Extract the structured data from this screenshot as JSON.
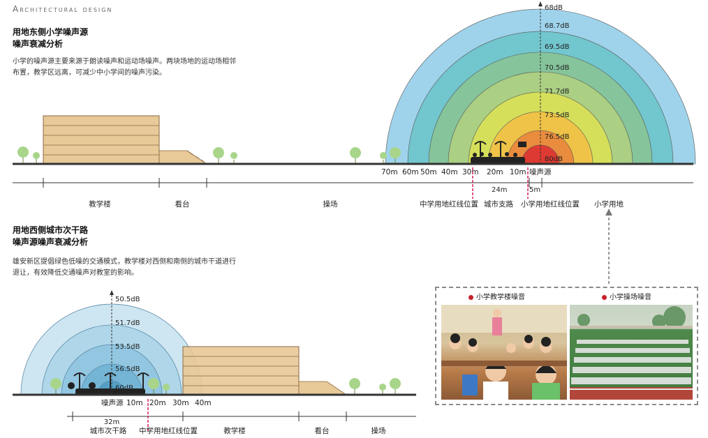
{
  "header": {
    "label": "Architectural design"
  },
  "section_east": {
    "title_line1": "用地东侧小学噪声源",
    "title_line2": "噪声衰减分析",
    "desc_line1": "小学的噪声源主要来源于朗读噪声和运动场噪声。两块场地的运动场相邻",
    "desc_line2": "布置，教学区远离，可减少中小学间的噪声污染。",
    "rings": [
      {
        "db": "68dB",
        "color": "#9fd3eb"
      },
      {
        "db": "68.7dB",
        "color": "#72c6ce"
      },
      {
        "db": "69.5dB",
        "color": "#86c49b"
      },
      {
        "db": "70.5dB",
        "color": "#abcf83"
      },
      {
        "db": "71.7dB",
        "color": "#d5df5a"
      },
      {
        "db": "73.5dB",
        "color": "#eec347"
      },
      {
        "db": "76.5dB",
        "color": "#e98c3e"
      },
      {
        "db": "80dB",
        "color": "#dc3a32"
      }
    ],
    "distance_labels": [
      "70m",
      "60m",
      "50m",
      "40m",
      "30m",
      "20m",
      "10m",
      "噪声源"
    ],
    "span_labels": [
      "24m",
      "5m"
    ],
    "zone_labels": [
      "教学楼",
      "看台",
      "操场",
      "中学用地红线位置",
      "城市支路",
      "小学用地红线位置",
      "小学用地"
    ]
  },
  "section_west": {
    "title_line1": "用地西侧城市次干路",
    "title_line2": "噪声源噪声衰减分析",
    "desc_line1": "雄安新区提倡绿色低噪的交通模式，教学楼对西侧和南侧的城市干道进行",
    "desc_line2": "退让，有效降低交通噪声对教室的影响。",
    "rings": [
      {
        "db": "50.5dB",
        "color": "#c6e2f0"
      },
      {
        "db": "51.7dB",
        "color": "#a9d3e8"
      },
      {
        "db": "53.5dB",
        "color": "#8dc3df"
      },
      {
        "db": "56.5dB",
        "color": "#6eb1d3"
      },
      {
        "db": "60dB",
        "color": "#4f9cc4"
      }
    ],
    "distance_labels": [
      "噪声源",
      "10m",
      "20m",
      "30m",
      "40m"
    ],
    "span_labels": [
      "32m"
    ],
    "zone_labels": [
      "城市次干路",
      "中学用地红线位置",
      "教学楼",
      "看台",
      "操场"
    ]
  },
  "photos": {
    "caption_classroom": "小学教学楼噪音",
    "caption_playground": "小学操场噪音"
  },
  "colors": {
    "accent_red": "#c8202a",
    "building": "#e8c998",
    "tree": "#a8d58a"
  }
}
